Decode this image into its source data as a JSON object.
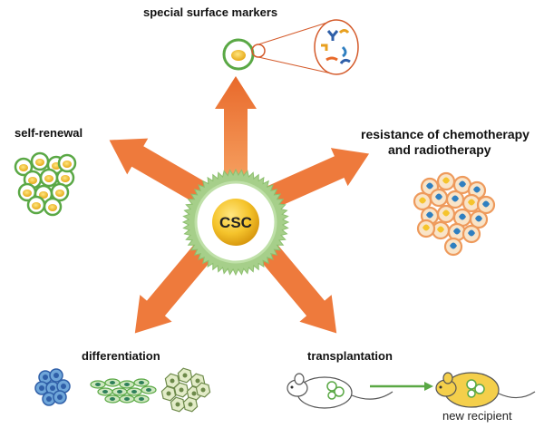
{
  "center": {
    "label": "CSC"
  },
  "labels": {
    "surface_markers": "special surface markers",
    "self_renewal": "self-renewal",
    "resistance_line1": "resistance of chemotherapy",
    "resistance_line2": "and radiotherapy",
    "differentiation": "differentiation",
    "transplantation": "transplantation",
    "new_recipient": "new recipient"
  },
  "colors": {
    "arrow": "#ee7a3c",
    "gear": "#a6cf8a",
    "core": "#f5c42c",
    "cell_border": "#5aa845",
    "transfer_arrow": "#5aa845",
    "mouse_yellow": "#f4cf4b"
  }
}
